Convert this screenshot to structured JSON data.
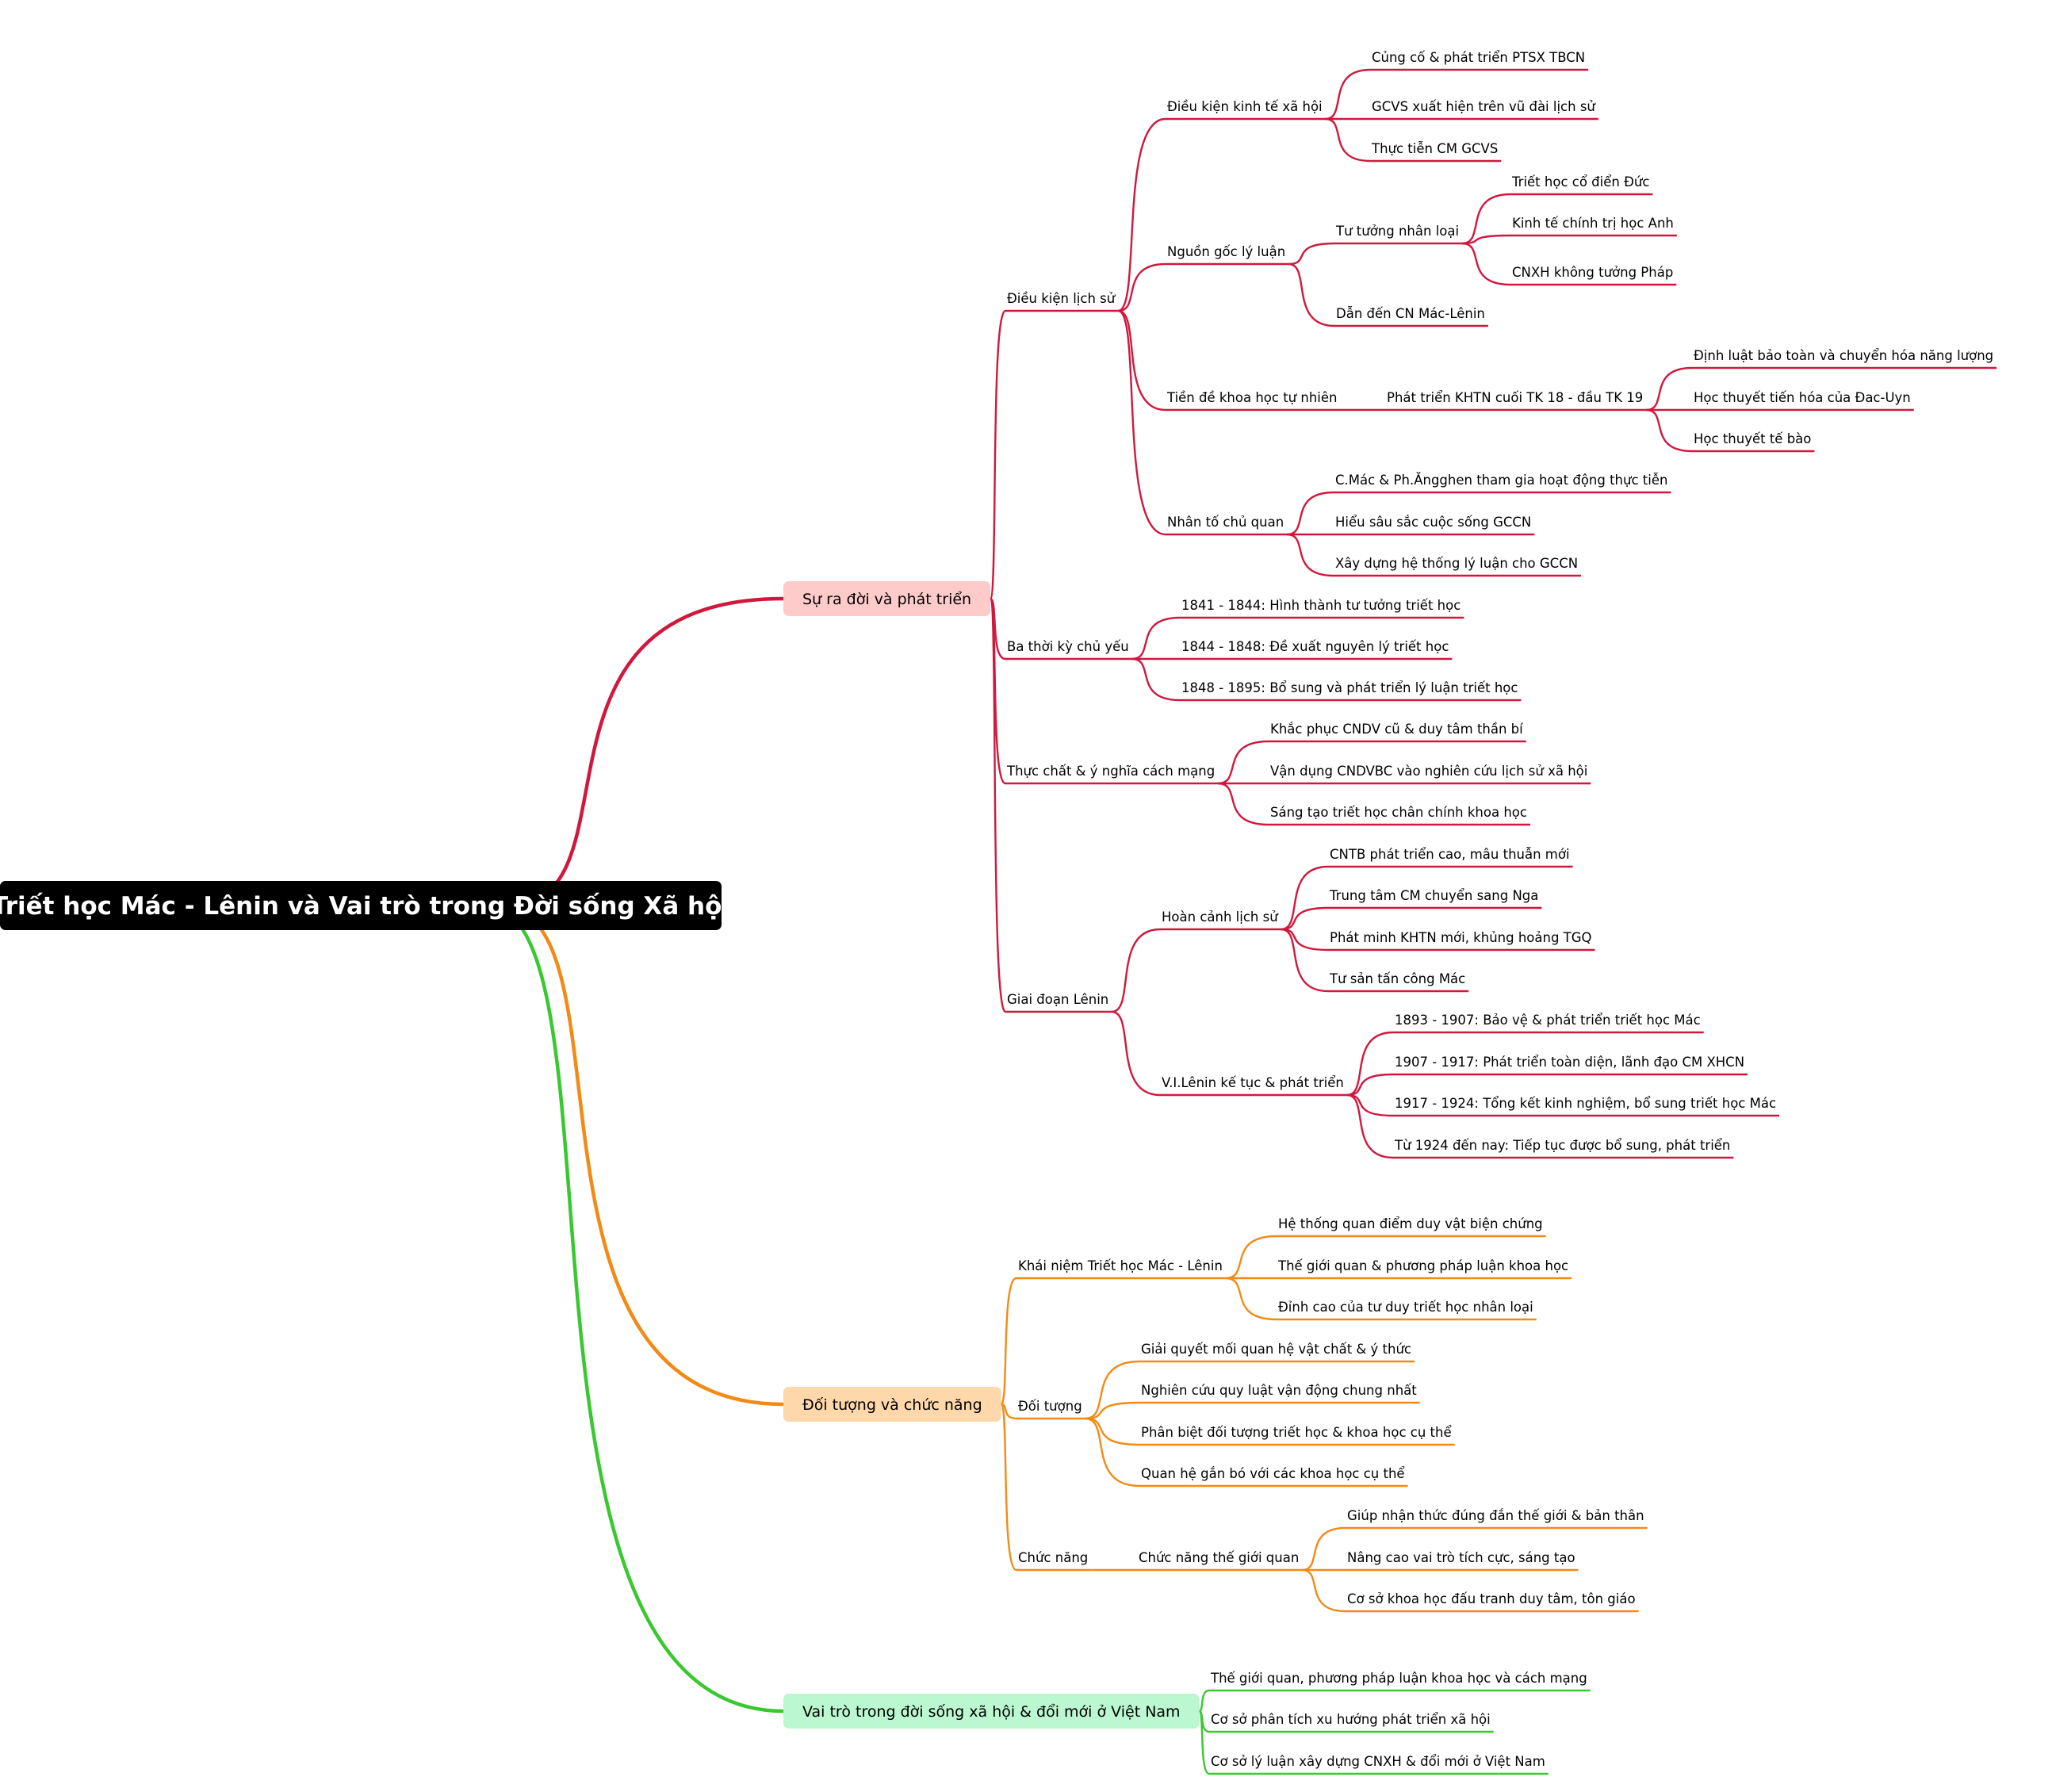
{
  "colors": {
    "root_bg": "#000000",
    "branch1": "#d0183e",
    "branch1_bg": "#fecaca",
    "branch2": "#f28a15",
    "branch2_bg": "#fed7aa",
    "branch3": "#39c830",
    "branch3_bg": "#bbf7d0"
  },
  "root": "Triết học Mác - Lênin và Vai trò trong Đời sống Xã hội",
  "branches": [
    {
      "label": "Sự ra đời và phát triển",
      "children": [
        {
          "label": "Điều kiện lịch sử",
          "children": [
            {
              "label": "Điều kiện kinh tế xã hội",
              "children": [
                {
                  "label": "Củng cố & phát triển PTSX TBCN"
                },
                {
                  "label": "GCVS xuất hiện trên vũ đài lịch sử"
                },
                {
                  "label": "Thực tiễn CM GCVS"
                }
              ]
            },
            {
              "label": "Nguồn gốc lý luận",
              "children": [
                {
                  "label": "Tư tưởng nhân loại",
                  "children": [
                    {
                      "label": "Triết học cổ điển Đức"
                    },
                    {
                      "label": "Kinh tế chính trị học Anh"
                    },
                    {
                      "label": "CNXH không tưởng Pháp"
                    }
                  ]
                },
                {
                  "label": "Dẫn đến CN Mác-Lênin"
                }
              ]
            },
            {
              "label": "Tiền đề khoa học tự nhiên",
              "children": [
                {
                  "label": "Phát triển KHTN cuối TK 18 - đầu TK 19",
                  "children": [
                    {
                      "label": "Định luật bảo toàn và chuyển hóa năng lượng"
                    },
                    {
                      "label": "Học thuyết tiến hóa của Đac-Uyn"
                    },
                    {
                      "label": "Học thuyết tế bào"
                    }
                  ]
                }
              ]
            },
            {
              "label": "Nhân tố chủ quan",
              "children": [
                {
                  "label": "C.Mác & Ph.Ăngghen tham gia hoạt động thực tiễn"
                },
                {
                  "label": "Hiểu sâu sắc cuộc sống GCCN"
                },
                {
                  "label": "Xây dựng hệ thống lý luận cho GCCN"
                }
              ]
            }
          ]
        },
        {
          "label": "Ba thời kỳ chủ yếu",
          "children": [
            {
              "label": "1841 - 1844: Hình thành tư tưởng triết học"
            },
            {
              "label": "1844 - 1848: Đề xuất nguyên lý triết học"
            },
            {
              "label": "1848 - 1895: Bổ sung và phát triển lý luận triết học"
            }
          ]
        },
        {
          "label": "Thực chất & ý nghĩa cách mạng",
          "children": [
            {
              "label": "Khắc phục CNDV cũ & duy tâm thần bí"
            },
            {
              "label": "Vận dụng CNDVBC vào nghiên cứu lịch sử xã hội"
            },
            {
              "label": "Sáng tạo triết học chân chính khoa học"
            }
          ]
        },
        {
          "label": "Giai đoạn Lênin",
          "children": [
            {
              "label": "Hoàn cảnh lịch sử",
              "children": [
                {
                  "label": "CNTB phát triển cao, mâu thuẫn mới"
                },
                {
                  "label": "Trung tâm CM chuyển sang Nga"
                },
                {
                  "label": "Phát minh KHTN mới, khủng hoảng TGQ"
                },
                {
                  "label": "Tư sản tấn công Mác"
                }
              ]
            },
            {
              "label": "V.I.Lênin kế tục & phát triển",
              "children": [
                {
                  "label": "1893 - 1907: Bảo vệ & phát triển triết học Mác"
                },
                {
                  "label": "1907 - 1917: Phát triển toàn diện, lãnh đạo CM XHCN"
                },
                {
                  "label": "1917 - 1924: Tổng kết kinh nghiệm, bổ sung triết học Mác"
                },
                {
                  "label": "Từ 1924 đến nay: Tiếp tục được bổ sung, phát triển"
                }
              ]
            }
          ]
        }
      ]
    },
    {
      "label": "Đối tượng và chức năng",
      "children": [
        {
          "label": "Khái niệm Triết học Mác - Lênin",
          "children": [
            {
              "label": "Hệ thống quan điểm duy vật biện chứng"
            },
            {
              "label": "Thế giới quan & phương pháp luận khoa học"
            },
            {
              "label": "Đỉnh cao của tư duy triết học nhân loại"
            }
          ]
        },
        {
          "label": "Đối tượng",
          "children": [
            {
              "label": "Giải quyết mối quan hệ vật chất & ý thức"
            },
            {
              "label": "Nghiên cứu quy luật vận động chung nhất"
            },
            {
              "label": "Phân biệt đối tượng triết học & khoa học cụ thể"
            },
            {
              "label": "Quan hệ gắn bó với các khoa học cụ thể"
            }
          ]
        },
        {
          "label": "Chức năng",
          "children": [
            {
              "label": "Chức năng thế giới quan",
              "children": [
                {
                  "label": "Giúp nhận thức đúng đắn thế giới & bản thân"
                },
                {
                  "label": "Nâng cao vai trò tích cực, sáng tạo"
                },
                {
                  "label": "Cơ sở khoa học đấu tranh duy tâm, tôn giáo"
                }
              ]
            }
          ]
        }
      ]
    },
    {
      "label": "Vai trò trong đời sống xã hội & đổi mới ở Việt Nam",
      "children": [
        {
          "label": "Thế giới quan, phương pháp luận khoa học và cách mạng"
        },
        {
          "label": "Cơ sở phân tích xu hướng phát triển xã hội"
        },
        {
          "label": "Cơ sở lý luận xây dựng CNXH & đổi mới ở Việt Nam"
        }
      ]
    }
  ]
}
